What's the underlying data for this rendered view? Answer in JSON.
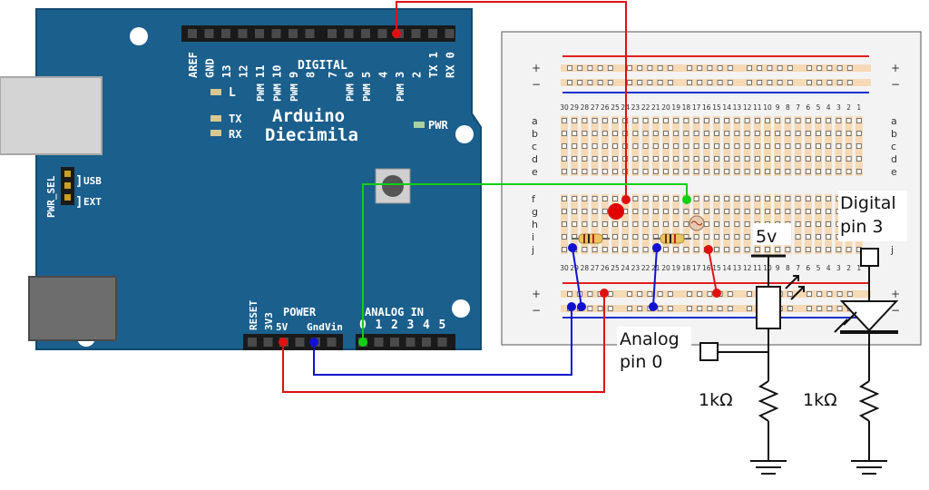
{
  "colors": {
    "board": "#1b5f8c",
    "board_edge": "#124a70",
    "board_text": "#ffffff",
    "header": "#1a1a1a",
    "breadboard": "#f3f3f3",
    "breadboard_stripe": "#f6d9b5",
    "rail_red": "#e02020",
    "rail_blue": "#2030d0",
    "wire_red": "#e01010",
    "wire_blue": "#1010d0",
    "wire_green": "#10d010",
    "led_red": "#e00000",
    "resistor": "#e8c560",
    "schematic": "#111111"
  },
  "arduino": {
    "name_line1": "Arduino",
    "name_line2": "Diecimila",
    "digital_label": "DIGITAL",
    "digital_pins": [
      "AREF",
      "GND",
      "13",
      "12",
      "11",
      "10",
      "9",
      "8",
      "7",
      "6",
      "5",
      "4",
      "3",
      "2",
      "TX 1",
      "RX 0"
    ],
    "pwm_label": "PWM",
    "led_l": "L",
    "led_tx": "TX",
    "led_rx": "RX",
    "pwr_label": "PWR",
    "pwr_sel_label": "PWR_SEL",
    "usb_label": "USB",
    "ext_label": "EXT",
    "power_label": "POWER",
    "power_pins": [
      "RESET",
      "3V3",
      "5V",
      "Gnd",
      "Vin"
    ],
    "analog_label": "ANALOG IN",
    "analog_pins": [
      "0",
      "1",
      "2",
      "3",
      "4",
      "5"
    ]
  },
  "breadboard": {
    "rail_plus": "+",
    "rail_minus": "−",
    "row_letters_top": [
      "a",
      "b",
      "c",
      "d",
      "e"
    ],
    "row_letters_bottom": [
      "f",
      "g",
      "h",
      "i",
      "j"
    ],
    "columns": [
      "30",
      "29",
      "28",
      "27",
      "26",
      "25",
      "24",
      "23",
      "22",
      "21",
      "20",
      "19",
      "18",
      "17",
      "16",
      "15",
      "14",
      "13",
      "12",
      "11",
      "10",
      "9",
      "8",
      "7",
      "6",
      "5",
      "4",
      "3",
      "2",
      "1"
    ]
  },
  "schematic": {
    "supply_label": "5v",
    "analog_label_line1": "Analog",
    "analog_label_line2": "pin 0",
    "digital_label_line1": "Digital",
    "digital_label_line2": "pin 3",
    "resistor1_label": "1kΩ",
    "resistor2_label": "1kΩ"
  }
}
